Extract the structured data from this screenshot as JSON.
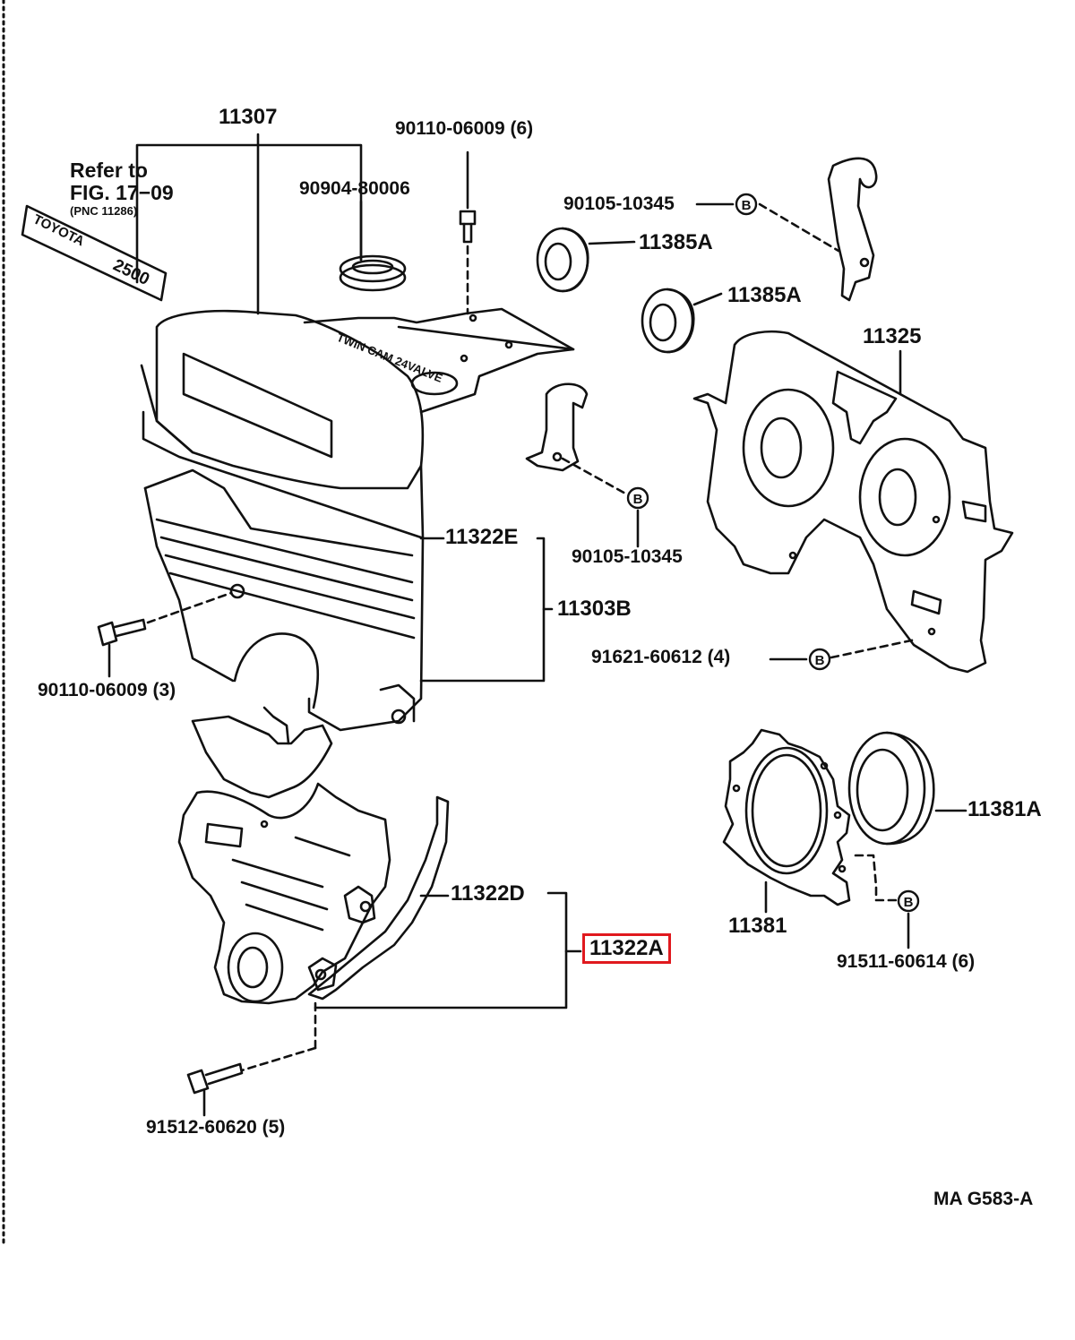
{
  "diagram": {
    "highlight_color": "#e0191e",
    "figure_code": "MA G583-A",
    "refer_note": {
      "line1": "Refer to",
      "line2": "FIG. 17−09",
      "line3": "(PNC 11286)"
    },
    "emblem": {
      "brand": "TOYOTA",
      "model": "2500"
    },
    "cover_lettering": "TWIN CAM 24VALVE",
    "labels": {
      "p11307": "11307",
      "p90110_top": "90110-06009 (6)",
      "p90904": "90904-80006",
      "p90105_a": "90105-10345",
      "p11385a_1": "11385A",
      "p11385a_2": "11385A",
      "p11325": "11325",
      "p11322e": "11322E",
      "p90105_b": "90105-10345",
      "p11303b": "11303B",
      "p91621": "91621-60612 (4)",
      "p90110_left": "90110-06009 (3)",
      "p11381a": "11381A",
      "p11322d": "11322D",
      "p11322a": "11322A",
      "p11381": "11381",
      "p91511": "91511-60614 (6)",
      "p91512": "91512-60620 (5)"
    },
    "callout_letter": "B"
  }
}
